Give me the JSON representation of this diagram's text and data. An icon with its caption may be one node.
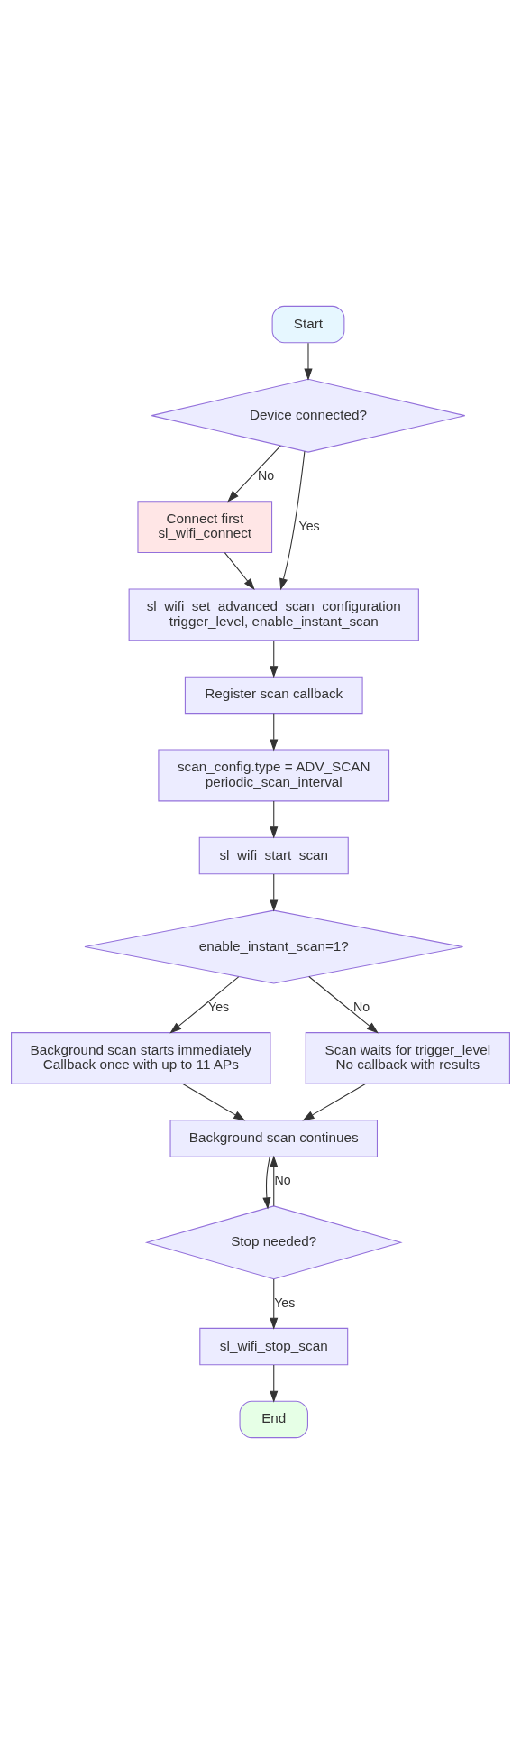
{
  "diagram": {
    "nodes": [
      {
        "text": [
          "Start"
        ]
      },
      {
        "text": [
          "Device connected?"
        ]
      },
      {
        "text": [
          "Connect first",
          "sl_wifi_connect"
        ]
      },
      {
        "text": [
          "sl_wifi_set_advanced_scan_configuration",
          "trigger_level, enable_instant_scan"
        ]
      },
      {
        "text": [
          "Register scan callback"
        ]
      },
      {
        "text": [
          "scan_config.type = ADV_SCAN",
          "periodic_scan_interval"
        ]
      },
      {
        "text": [
          "sl_wifi_start_scan"
        ]
      },
      {
        "text": [
          "enable_instant_scan=1?"
        ]
      },
      {
        "text": [
          "Background scan starts immediately",
          "Callback once with up to 11 APs"
        ]
      },
      {
        "text": [
          "Scan waits for trigger_level",
          "No callback with results"
        ]
      },
      {
        "text": [
          "Background scan continues"
        ]
      },
      {
        "text": [
          "Stop needed?"
        ]
      },
      {
        "text": [
          "sl_wifi_stop_scan"
        ]
      },
      {
        "text": [
          "End"
        ]
      }
    ],
    "edges": [
      {
        "from": 0,
        "to": 1,
        "arrow": "to"
      },
      {
        "from": 1,
        "to": 3,
        "arrow": "to",
        "label": "Yes"
      },
      {
        "from": 1,
        "to": 2,
        "arrow": "to",
        "label": "No"
      },
      {
        "from": 2,
        "to": 3,
        "arrow": "to"
      },
      {
        "from": 3,
        "to": 4,
        "arrow": "to"
      },
      {
        "from": 4,
        "to": 5,
        "arrow": "to"
      },
      {
        "from": 5,
        "to": 6,
        "arrow": "to"
      },
      {
        "from": 6,
        "to": 7,
        "arrow": "to"
      },
      {
        "from": 7,
        "to": 8,
        "arrow": "to",
        "label": "Yes"
      },
      {
        "from": 7,
        "to": 9,
        "arrow": "to",
        "label": "No"
      },
      {
        "from": 8,
        "to": 10,
        "arrow": "to"
      },
      {
        "from": 9,
        "to": 10,
        "arrow": "to"
      },
      {
        "from": 10,
        "to": 11,
        "arrow": "to"
      },
      {
        "from": 11,
        "to": 10,
        "arrow": "to",
        "label": "No"
      },
      {
        "from": 11,
        "to": 12,
        "arrow": "to",
        "label": "Yes"
      },
      {
        "from": 12,
        "to": 13,
        "arrow": "to"
      }
    ]
  }
}
